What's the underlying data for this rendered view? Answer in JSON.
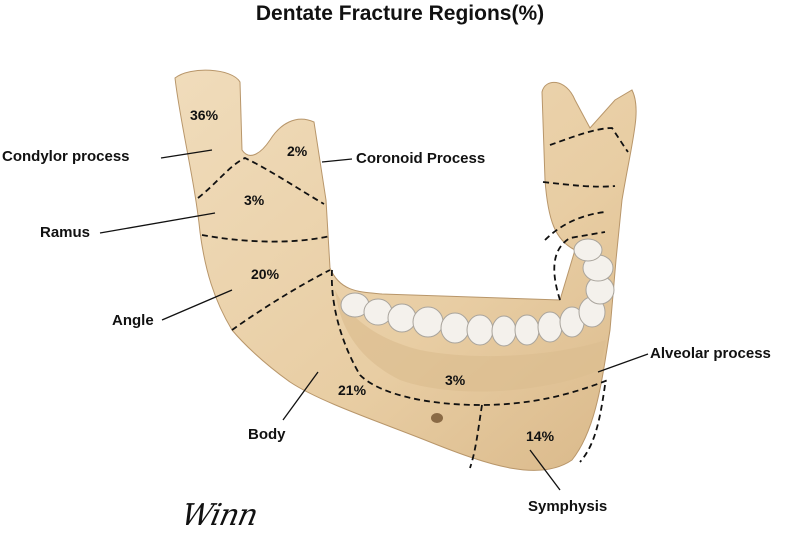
{
  "title": "Dentate Fracture Regions(%)",
  "regions": {
    "condylar": {
      "label": "Condylor process",
      "percent": "36%"
    },
    "coronoid": {
      "label": "Coronoid Process",
      "percent": "2%"
    },
    "ramus": {
      "label": "Ramus",
      "percent": "3%"
    },
    "angle": {
      "label": "Angle",
      "percent": "20%"
    },
    "body": {
      "label": "Body",
      "percent": "21%"
    },
    "alveolar": {
      "label": "Alveolar process",
      "percent": "3%"
    },
    "symphysis": {
      "label": "Symphysis",
      "percent": "14%"
    }
  },
  "signature": "Winn",
  "colors": {
    "bone": "#ecd3ad",
    "bone_shadow": "#c9a77c",
    "teeth": "#f4f1ec",
    "dash": "#111111"
  }
}
